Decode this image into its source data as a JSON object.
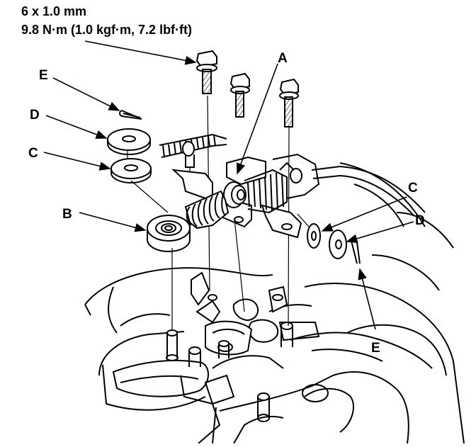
{
  "spec": {
    "size": "6 x 1.0 mm",
    "torque": "9.8 N·m (1.0 kgf·m, 7.2 lbf·ft)"
  },
  "callouts": {
    "A": "A",
    "B": "B",
    "C_left": "C",
    "C_right": "C",
    "D_left": "D",
    "D_right": "D",
    "E_left": "E",
    "E_right": "E"
  }
}
